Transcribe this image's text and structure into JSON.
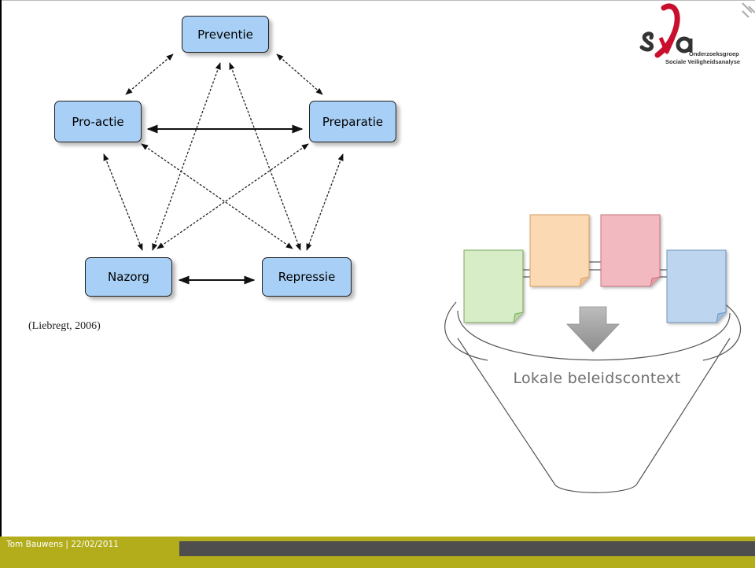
{
  "diagram": {
    "nodes": [
      {
        "id": "preventie",
        "label": "Preventie"
      },
      {
        "id": "proactie",
        "label": "Pro-actie"
      },
      {
        "id": "preparatie",
        "label": "Preparatie"
      },
      {
        "id": "nazorg",
        "label": "Nazorg"
      },
      {
        "id": "repressie",
        "label": "Repressie"
      }
    ],
    "edges": [
      {
        "from": "preventie",
        "to": "proactie",
        "direction": "both"
      },
      {
        "from": "preventie",
        "to": "preparatie",
        "direction": "both"
      },
      {
        "from": "preventie",
        "to": "nazorg",
        "direction": "both"
      },
      {
        "from": "preventie",
        "to": "repressie",
        "direction": "both"
      },
      {
        "from": "proactie",
        "to": "preparatie",
        "direction": "both"
      },
      {
        "from": "proactie",
        "to": "nazorg",
        "direction": "both"
      },
      {
        "from": "proactie",
        "to": "repressie",
        "direction": "both"
      },
      {
        "from": "preparatie",
        "to": "nazorg",
        "direction": "both"
      },
      {
        "from": "preparatie",
        "to": "repressie",
        "direction": "both"
      },
      {
        "from": "nazorg",
        "to": "repressie",
        "direction": "both"
      }
    ]
  },
  "citation": "(Liebregt, 2006)",
  "funnel": {
    "label": "Lokale beleidscontext",
    "documents": [
      {
        "color": "green",
        "fill": "#d6edc8",
        "stroke": "#7aab5a"
      },
      {
        "color": "orange",
        "fill": "#fbd9b3",
        "stroke": "#d7a066"
      },
      {
        "color": "red",
        "fill": "#f3b9c0",
        "stroke": "#c9737e"
      },
      {
        "color": "blue",
        "fill": "#bdd5ee",
        "stroke": "#6e95bf"
      }
    ],
    "arrow_icon": "down-arrow-icon"
  },
  "logo": {
    "line1": "Onderzoeksgroep",
    "line2": "Sociale Veiligheidsanalyse",
    "brand_color": "#c8102e"
  },
  "footer": {
    "text": "Tom Bauwens |  22/02/2011",
    "accent_color": "#b3ad1c",
    "bar_color": "#4e4e4e"
  }
}
